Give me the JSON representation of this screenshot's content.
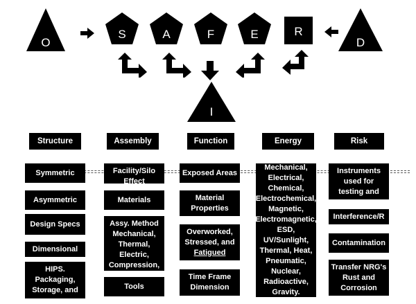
{
  "acronym": {
    "O": "O",
    "S": "S",
    "A": "A",
    "F": "F",
    "E": "E",
    "R": "R",
    "D": "D",
    "I": "I"
  },
  "colors": {
    "shape_fill": "#000000",
    "text": "#ffffff",
    "background": "#ffffff"
  },
  "headers": {
    "structure": "Structure",
    "assembly": "Assembly",
    "function": "Function",
    "energy": "Energy",
    "risk": "Risk"
  },
  "structure": {
    "symmetric": "Symmetric",
    "asymmetric": "Asymmetric",
    "design_specs": "Design Specs",
    "dimensional": "Dimensional",
    "hips": "HIPS. Packaging, Storage, and"
  },
  "assembly": {
    "facility": "Facility/Silo Effect",
    "materials": "Materials",
    "assy_method": "Assy. Method Mechanical, Thermal, Electric, Compression,",
    "tools": "Tools"
  },
  "function": {
    "exposed_areas": "Exposed Areas",
    "material_properties": "Material Properties",
    "overworked_prefix": "Overworked, Stressed, and",
    "fatigued": "Fatigued",
    "time_frame": "Time Frame Dimension"
  },
  "energy": {
    "list": "Mechanical, Electrical, Chemical, Electrochemical, Magnetic, Electromagnetic, ESD, UV/Sunlight, Thermal, Heat, Pneumatic, Nuclear, Radioactive, Gravity."
  },
  "risk": {
    "instruments": "Instruments used for testing and",
    "interference": "Interference/R",
    "contamination": "Contamination",
    "transfer": "Transfer NRG's Rust and Corrosion"
  }
}
